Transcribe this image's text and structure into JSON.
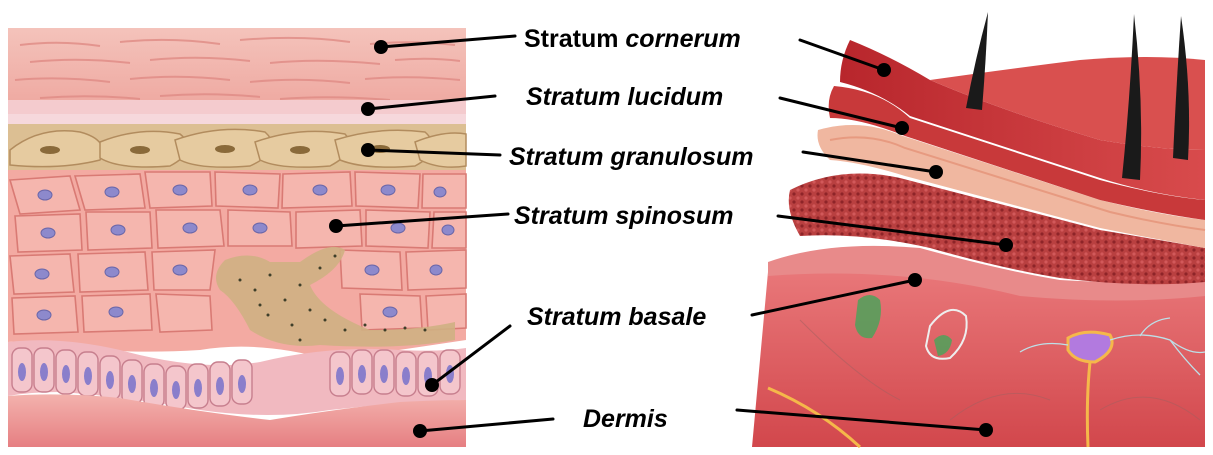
{
  "figure": {
    "labels": [
      {
        "key": "corneum",
        "prefix": "Stratum ",
        "name": "cornerum",
        "prefix_italic": false
      },
      {
        "key": "lucidum",
        "prefix": "Stratum ",
        "name": "lucidum",
        "prefix_italic": true
      },
      {
        "key": "granulosum",
        "prefix": "Stratum ",
        "name": "granulosum",
        "prefix_italic": true
      },
      {
        "key": "spinosum",
        "prefix": "Stratum ",
        "name": "spinosum",
        "prefix_italic": true
      },
      {
        "key": "basale",
        "prefix": "Stratum ",
        "name": "basale",
        "prefix_italic": true
      },
      {
        "key": "dermis",
        "prefix": "",
        "name": "Dermis",
        "prefix_italic": true
      }
    ]
  },
  "colors": {
    "corneum": "#f2b0a8",
    "lucidum": "#f6cfd3",
    "granulosum": "#d9b98c",
    "spinosum_cell": "#f2a59c",
    "nucleus": "#8a86c8",
    "dermis": "#e8898a",
    "skin_3d": "#c93a3a",
    "leader": "#000000"
  }
}
